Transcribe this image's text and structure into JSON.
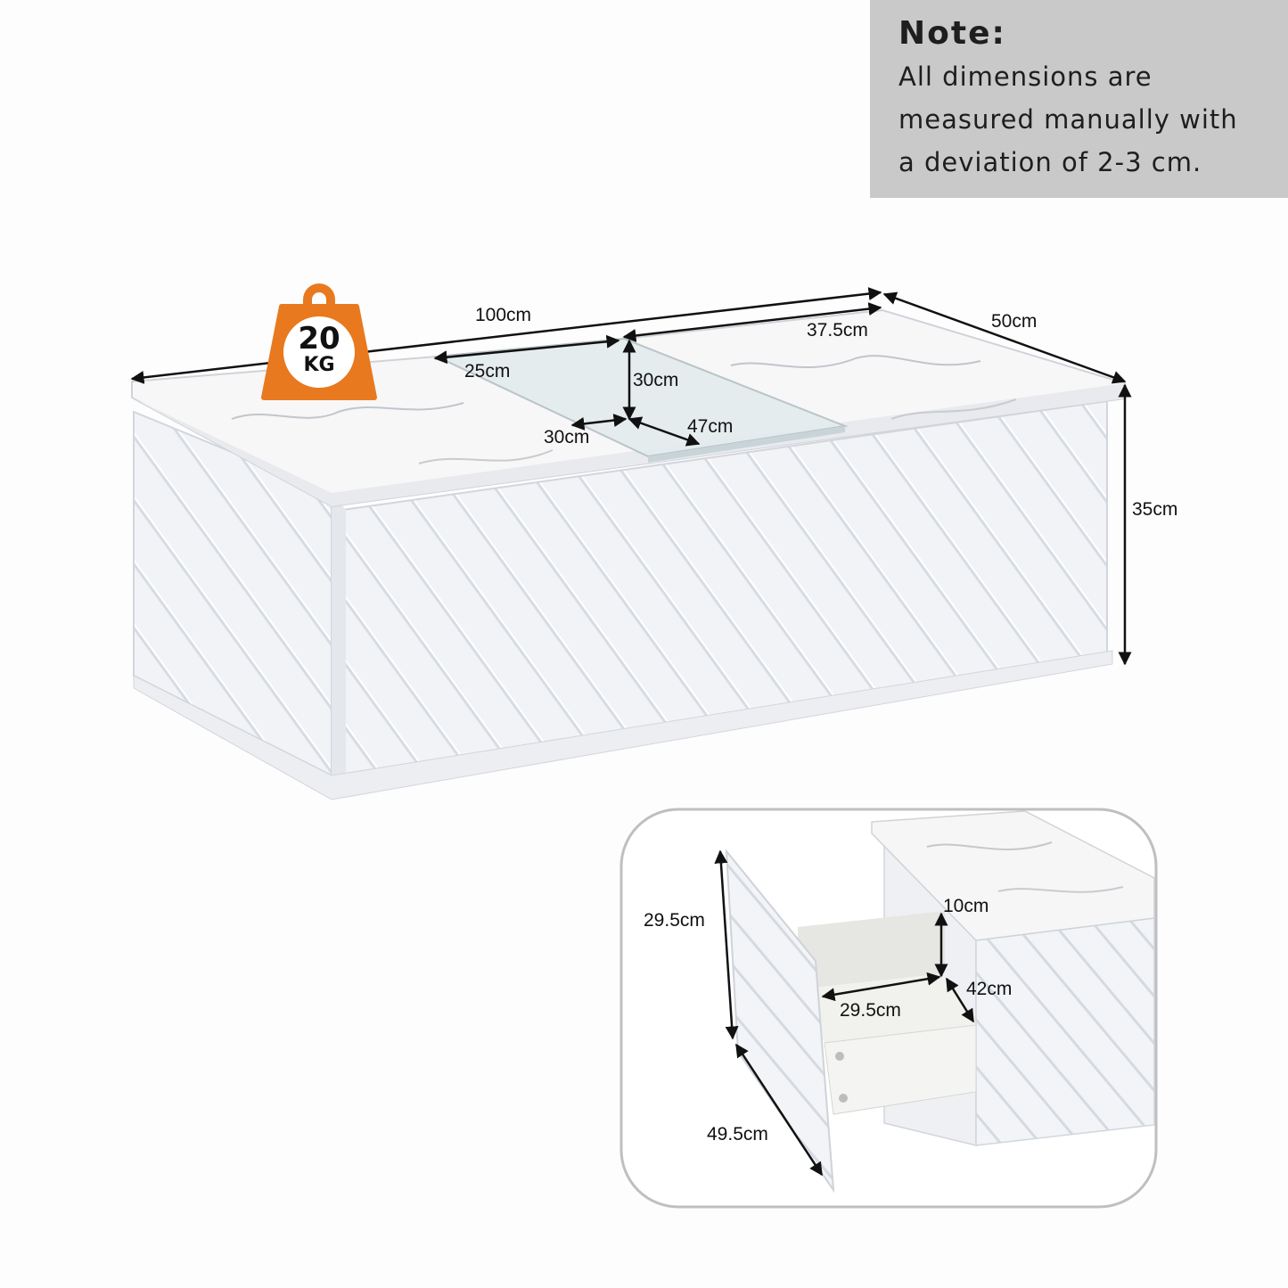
{
  "note": {
    "title": "Note:",
    "lines": [
      "All dimensions are",
      "measured manually with",
      "a deviation of 2-3 cm."
    ]
  },
  "weight_badge": {
    "value": "20",
    "unit": "KG",
    "color": "#e8791e"
  },
  "dimensions": {
    "length": "100cm",
    "depth": "50cm",
    "height": "35cm",
    "right_top_panel": "37.5cm",
    "glass_width": "25cm",
    "glass_depth": "30cm",
    "compartment_width": "30cm",
    "compartment_length": "47cm"
  },
  "drawer_detail": {
    "front_height": "29.5cm",
    "front_width": "49.5cm",
    "inner_height": "10cm",
    "inner_width": "29.5cm",
    "inner_depth": "42cm"
  }
}
